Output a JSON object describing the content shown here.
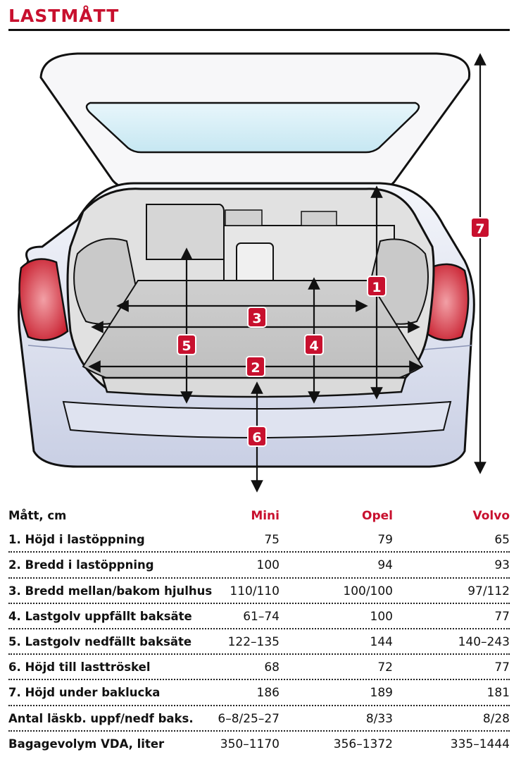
{
  "title": "LASTMÅTT",
  "markers": [
    "1",
    "2",
    "3",
    "4",
    "5",
    "6",
    "7"
  ],
  "table": {
    "header": {
      "label": "Mått, cm",
      "mini": "Mini",
      "opel": "Opel",
      "volvo": "Volvo"
    },
    "rows": [
      {
        "label": "1. Höjd i lastöppning",
        "mini": "75",
        "opel": "79",
        "volvo": "65"
      },
      {
        "label": "2. Bredd i lastöppning",
        "mini": "100",
        "opel": "94",
        "volvo": "93"
      },
      {
        "label": "3. Bredd mellan/bakom hjulhus",
        "mini": "110/110",
        "opel": "100/100",
        "volvo": "97/112"
      },
      {
        "label": "4. Lastgolv uppfällt baksäte",
        "mini": "61–74",
        "opel": "100",
        "volvo": "77"
      },
      {
        "label": "5. Lastgolv nedfällt baksäte",
        "mini": "122–135",
        "opel": "144",
        "volvo": "140–243"
      },
      {
        "label": "6. Höjd till lasttröskel",
        "mini": "68",
        "opel": "72",
        "volvo": "77"
      },
      {
        "label": "7. Höjd under baklucka",
        "mini": "186",
        "opel": "189",
        "volvo": "181"
      },
      {
        "label": "Antal läskb. uppf/nedf baks.",
        "mini": "6–8/25–27",
        "opel": "8/33",
        "volvo": "8/28"
      },
      {
        "label": "Bagagevolym VDA, liter",
        "mini": "350–1170",
        "opel": "356–1372",
        "volvo": "335–1444"
      }
    ]
  },
  "colors": {
    "accent": "#c8102e",
    "marker_bg": "#c8102e",
    "car_body": "#e4e8f4",
    "car_interior": "#d3d3d3",
    "tail_light": "#d9333f"
  }
}
